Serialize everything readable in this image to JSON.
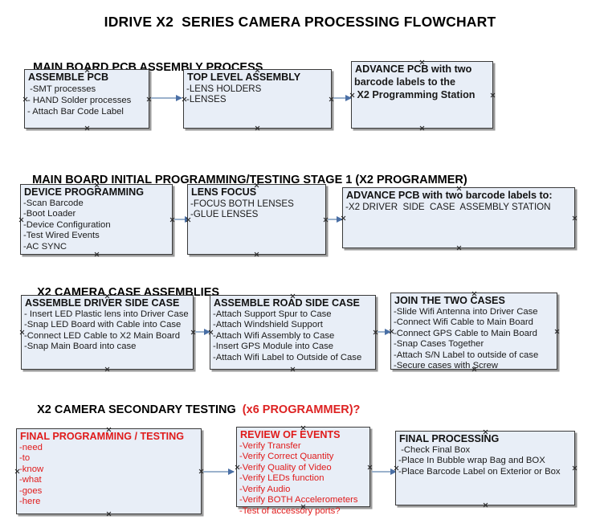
{
  "document": {
    "title": "IDRIVE X2  SERIES CAMERA PROCESSING FLOWCHART"
  },
  "sections": [
    {
      "id": "main-board-pcb-assembly-process",
      "heading": "MAIN BOARD PCB ASSEMBLY PROCESS",
      "heading_accent": "",
      "boxes": [
        {
          "id": "assemble-pcb",
          "title": "ASSEMBLE PCB",
          "lines": [
            " -SMT processes",
            "- HAND Solder processes",
            "- Attach Bar Code Label"
          ]
        },
        {
          "id": "top-level-assembly",
          "title": "TOP LEVEL ASSEMBLY",
          "lines": [
            "-LENS HOLDERS",
            "-LENSES"
          ]
        },
        {
          "id": "advance-pcb-to-x2-programming-station",
          "title": "ADVANCE PCB with two",
          "lines": [
            "barcode labels to the",
            " X2 Programming Station"
          ]
        }
      ]
    },
    {
      "id": "main-board-initial-programming-testing-stage-1",
      "heading": "MAIN BOARD INITIAL PROGRAMMING/TESTING STAGE 1 (X2 PROGRAMMER)",
      "heading_accent": "",
      "boxes": [
        {
          "id": "device-programming",
          "title": "DEVICE PROGRAMMING",
          "lines": [
            "-Scan Barcode",
            "-Boot Loader",
            "-Device Configuration",
            "-Test Wired Events",
            "-AC SYNC"
          ]
        },
        {
          "id": "lens-focus",
          "title": "LENS FOCUS",
          "lines": [
            "-FOCUS BOTH LENSES",
            "-GLUE LENSES"
          ]
        },
        {
          "id": "advance-pcb-to-driver-side-case-assembly-station",
          "title": "ADVANCE PCB with two barcode labels to:",
          "lines": [
            "-X2 DRIVER  SIDE  CASE  ASSEMBLY STATION"
          ]
        }
      ]
    },
    {
      "id": "x2-camera-case-assemblies",
      "heading": "X2 CAMERA CASE ASSEMBLIES",
      "heading_accent": "",
      "boxes": [
        {
          "id": "assemble-driver-side-case",
          "title": "ASSEMBLE DRIVER SIDE CASE",
          "lines": [
            "- Insert LED Plastic lens into Driver Case",
            "-Snap LED Board with Cable into Case",
            "-Connect LED Cable to X2 Main Board",
            "-Snap Main Board into case"
          ]
        },
        {
          "id": "assemble-road-side-case",
          "title": "ASSEMBLE ROAD SIDE CASE",
          "lines": [
            "-Attach Support Spur to Case",
            "-Attach Windshield Support",
            "-Attach Wifi Assembly to Case",
            "-Insert GPS Module into Case",
            "-Attach Wifi Label to Outside of Case"
          ]
        },
        {
          "id": "join-the-two-cases",
          "title": "JOIN THE TWO CASES",
          "lines": [
            "-Slide Wifi Antenna into Driver Case",
            "-Connect Wifi Cable to Main Board",
            "-Connect GPS Cable to Main Board",
            "-Snap Cases Together",
            "-Attach S/N Label to outside of case",
            "-Secure cases with Screw"
          ]
        }
      ]
    },
    {
      "id": "x2-camera-secondary-testing",
      "heading": "X2 CAMERA SECONDARY TESTING  ",
      "heading_accent": "(x6 PROGRAMMER)?",
      "boxes": [
        {
          "id": "final-programming-testing",
          "title": "FINAL PROGRAMMING / TESTING",
          "lines": [
            "-need",
            "-to",
            "-know",
            "-what",
            "-goes",
            "-here"
          ]
        },
        {
          "id": "review-of-events",
          "title": "REVIEW OF EVENTS",
          "lines": [
            "-Verify Transfer",
            "-Verify Correct Quantity",
            "-Verify Quality of Video",
            "-Verify LEDs function",
            "-Verify Audio",
            "-Verify BOTH Accelerometers",
            "-Test of accessory ports?"
          ]
        },
        {
          "id": "final-processing",
          "title": "FINAL PROCESSING",
          "lines": [
            " -Check Final Box",
            "-Place In Bubble wrap Bag and BOX",
            "-Place Barcode Label on Exterior or Box"
          ]
        }
      ]
    }
  ],
  "colors": {
    "box_fill": "#e8eef7",
    "box_border": "#3a3a3a",
    "accent_red": "#e01b1b",
    "connector_line": "#9bb2cc",
    "connector_arrow": "#4a6fa5",
    "text": "#000000"
  }
}
